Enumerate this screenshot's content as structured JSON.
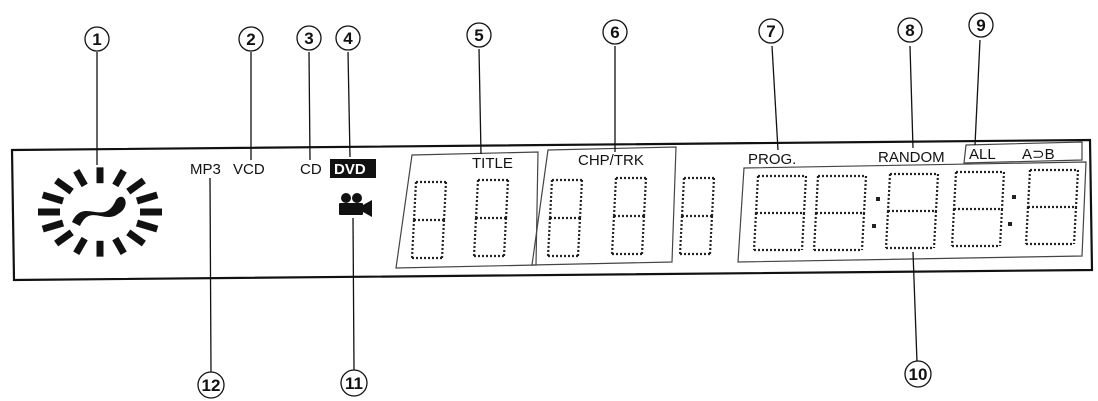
{
  "display": {
    "labels": {
      "mp3": "MP3",
      "vcd": "VCD",
      "cd": "CD",
      "dvd": "DVD",
      "title": "TITLE",
      "chp_trk": "CHP/TRK",
      "prog": "PROG.",
      "random": "RANDOM",
      "all": "ALL",
      "ab": "A⊃B"
    }
  },
  "callouts": [
    "1",
    "2",
    "3",
    "4",
    "5",
    "6",
    "7",
    "8",
    "9",
    "10",
    "11",
    "12"
  ]
}
